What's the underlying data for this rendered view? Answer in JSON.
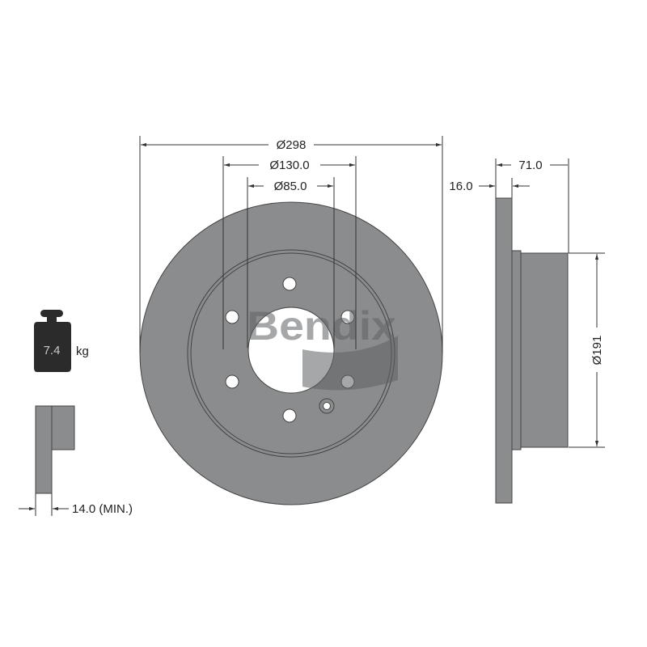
{
  "brand": "Bendix",
  "dimensions": {
    "outer_diameter": "Ø298",
    "bolt_circle": "Ø130.0",
    "center_bore": "Ø85.0",
    "thickness": "16.0",
    "height": "71.0",
    "hat_diameter": "Ø191",
    "min_thickness": "14.0 (MIN.)"
  },
  "weight": {
    "value": "7.4",
    "unit": "kg"
  },
  "colors": {
    "part": "#8a8c8e",
    "weight_icon": "#2b2b2b",
    "logo": "#5f6163"
  }
}
